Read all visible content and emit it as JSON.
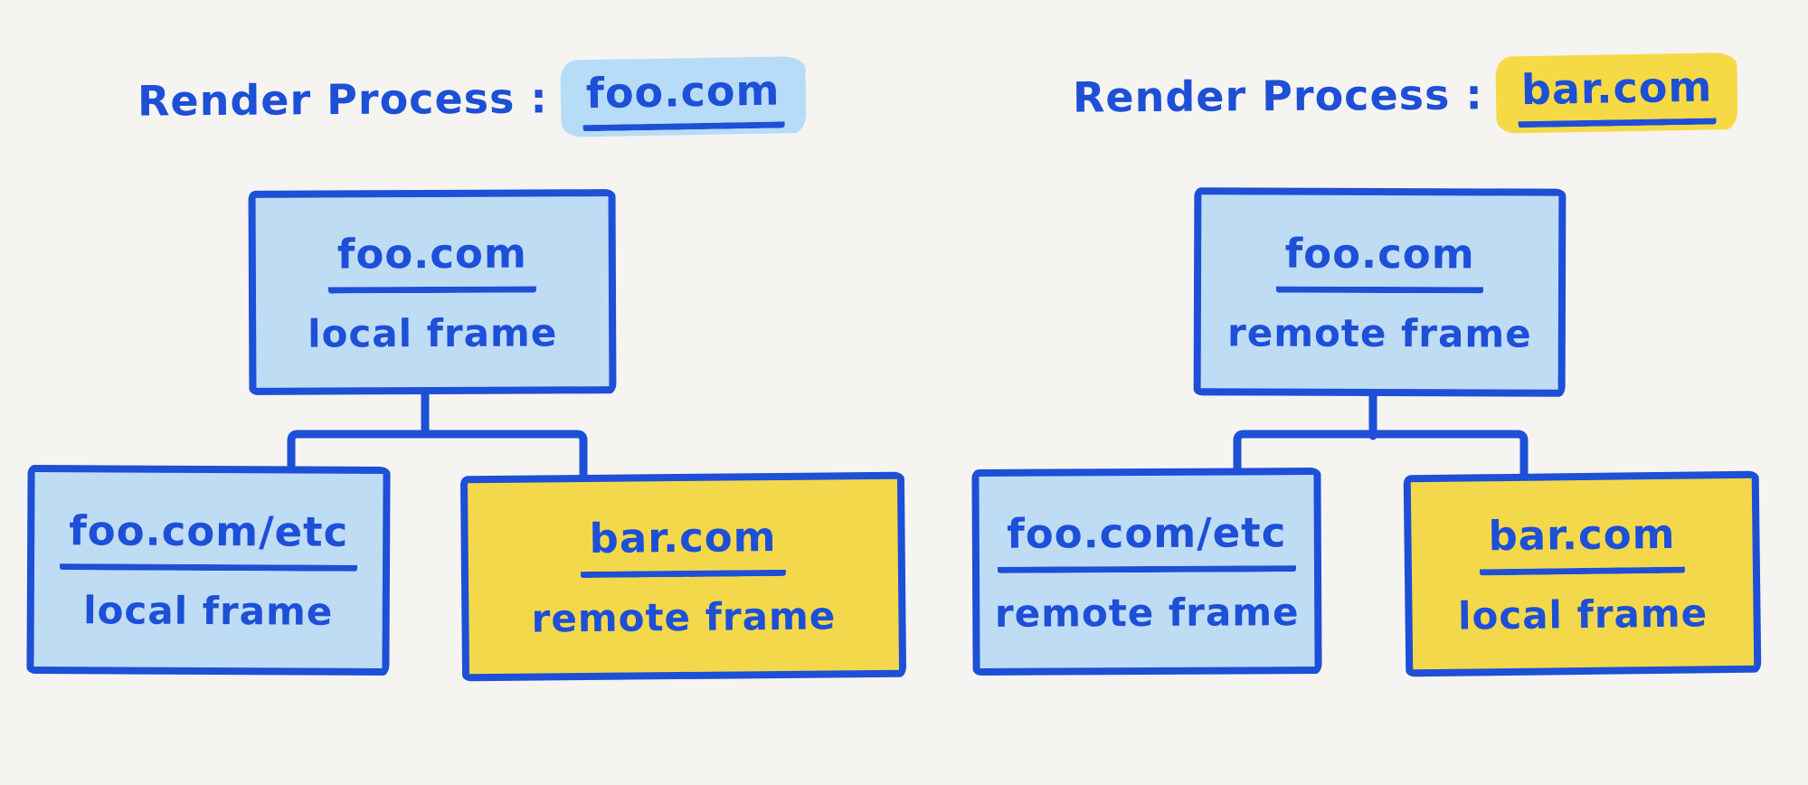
{
  "colors": {
    "ink": "#1d4fd7",
    "light_blue_fill": "#bedcf4",
    "blue_highlight": "#b7dcf8",
    "yellow_fill": "#f4d84b",
    "yellow_highlight": "#f6da45",
    "background": "#f5f4f1"
  },
  "left_diagram": {
    "title": {
      "prefix": "Render Process :",
      "highlight": "foo.com"
    },
    "root": {
      "domain": "foo.com",
      "frame_type": "local frame",
      "fill": "blue"
    },
    "children": [
      {
        "domain": "foo.com/etc",
        "frame_type": "local frame",
        "fill": "blue"
      },
      {
        "domain": "bar.com",
        "frame_type": "remote frame",
        "fill": "yellow"
      }
    ]
  },
  "right_diagram": {
    "title": {
      "prefix": "Render Process :",
      "highlight": "bar.com"
    },
    "root": {
      "domain": "foo.com",
      "frame_type": "remote frame",
      "fill": "blue"
    },
    "children": [
      {
        "domain": "foo.com/etc",
        "frame_type": "remote frame",
        "fill": "blue"
      },
      {
        "domain": "bar.com",
        "frame_type": "local frame",
        "fill": "yellow"
      }
    ]
  }
}
